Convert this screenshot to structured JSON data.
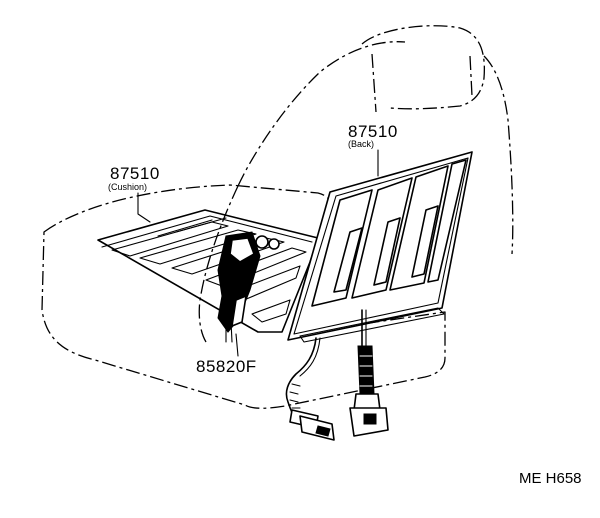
{
  "labels": {
    "cushion_part_no": "87510",
    "cushion_desc": "(Cushion)",
    "back_part_no": "87510",
    "back_desc": "(Back)",
    "switch_part_no": "85820F",
    "figure_code": "ME H658"
  }
}
